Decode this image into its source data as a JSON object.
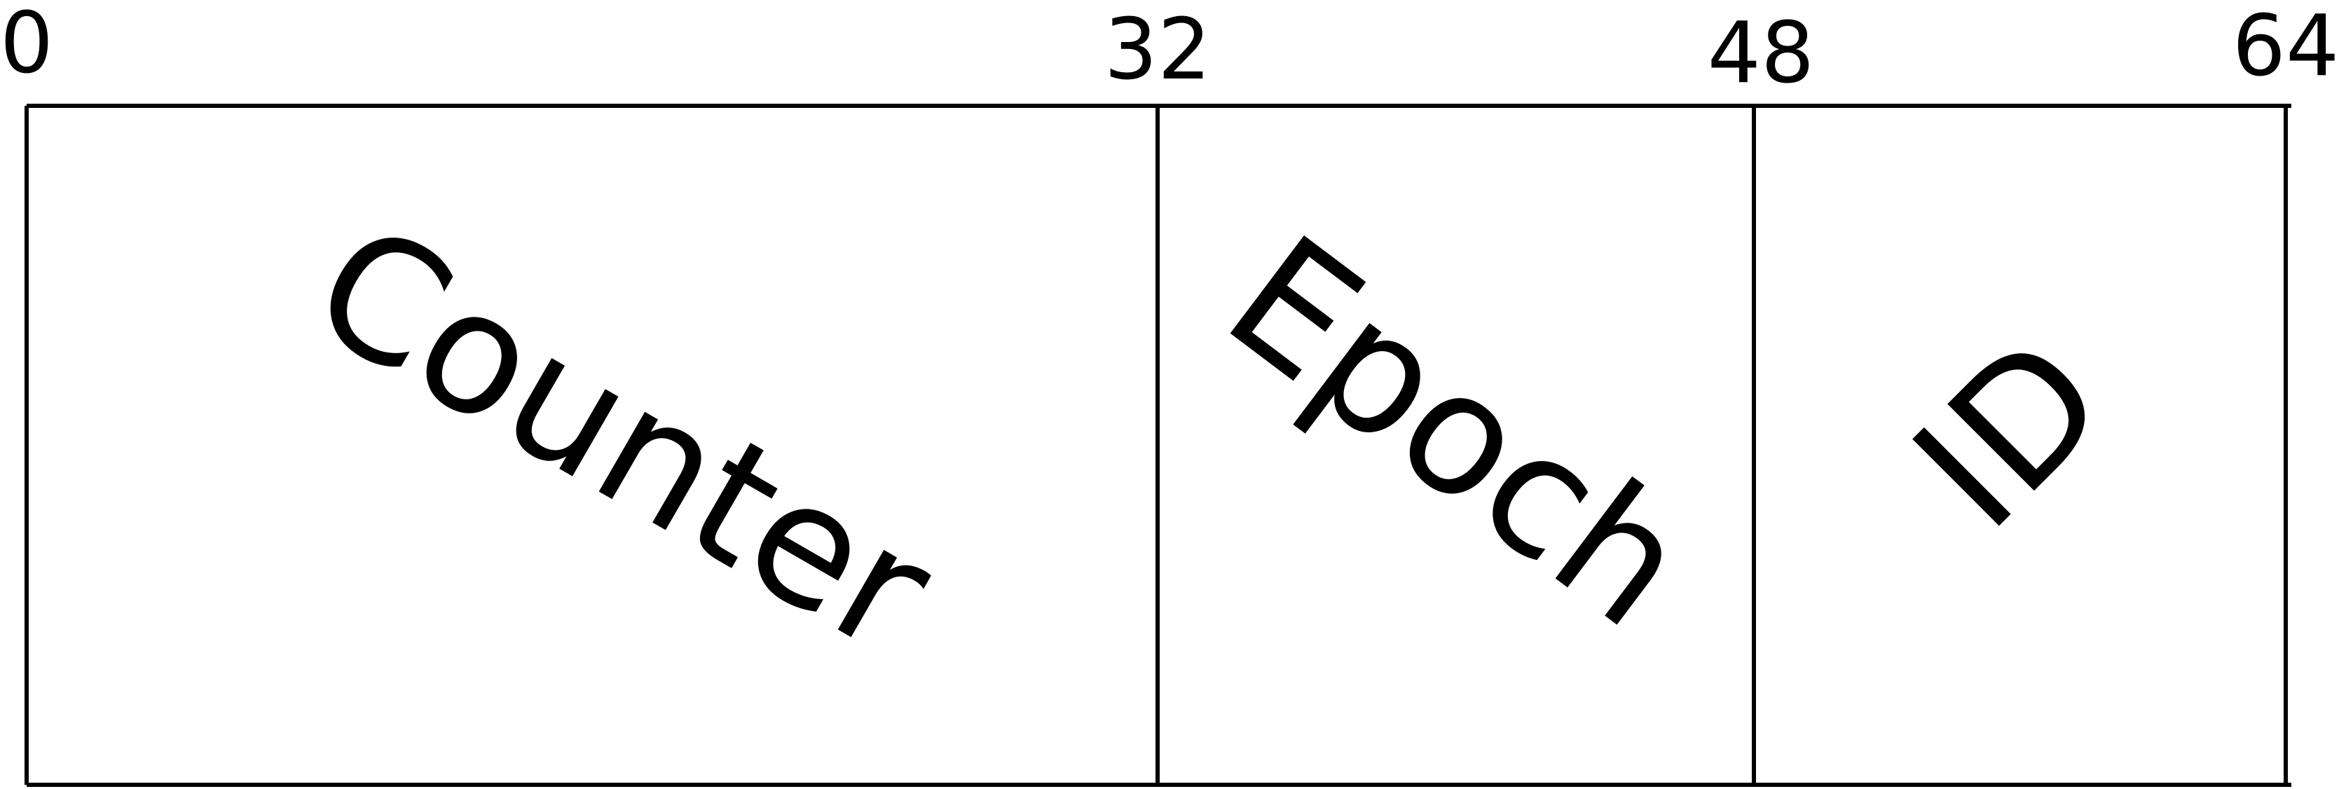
{
  "bit_positions": [
    "0",
    "32",
    "48",
    "64"
  ],
  "fields": [
    {
      "name": "Counter"
    },
    {
      "name": "Epoch"
    },
    {
      "name": "ID"
    }
  ],
  "colors": {
    "stroke": "#000000",
    "background": "#ffffff"
  }
}
